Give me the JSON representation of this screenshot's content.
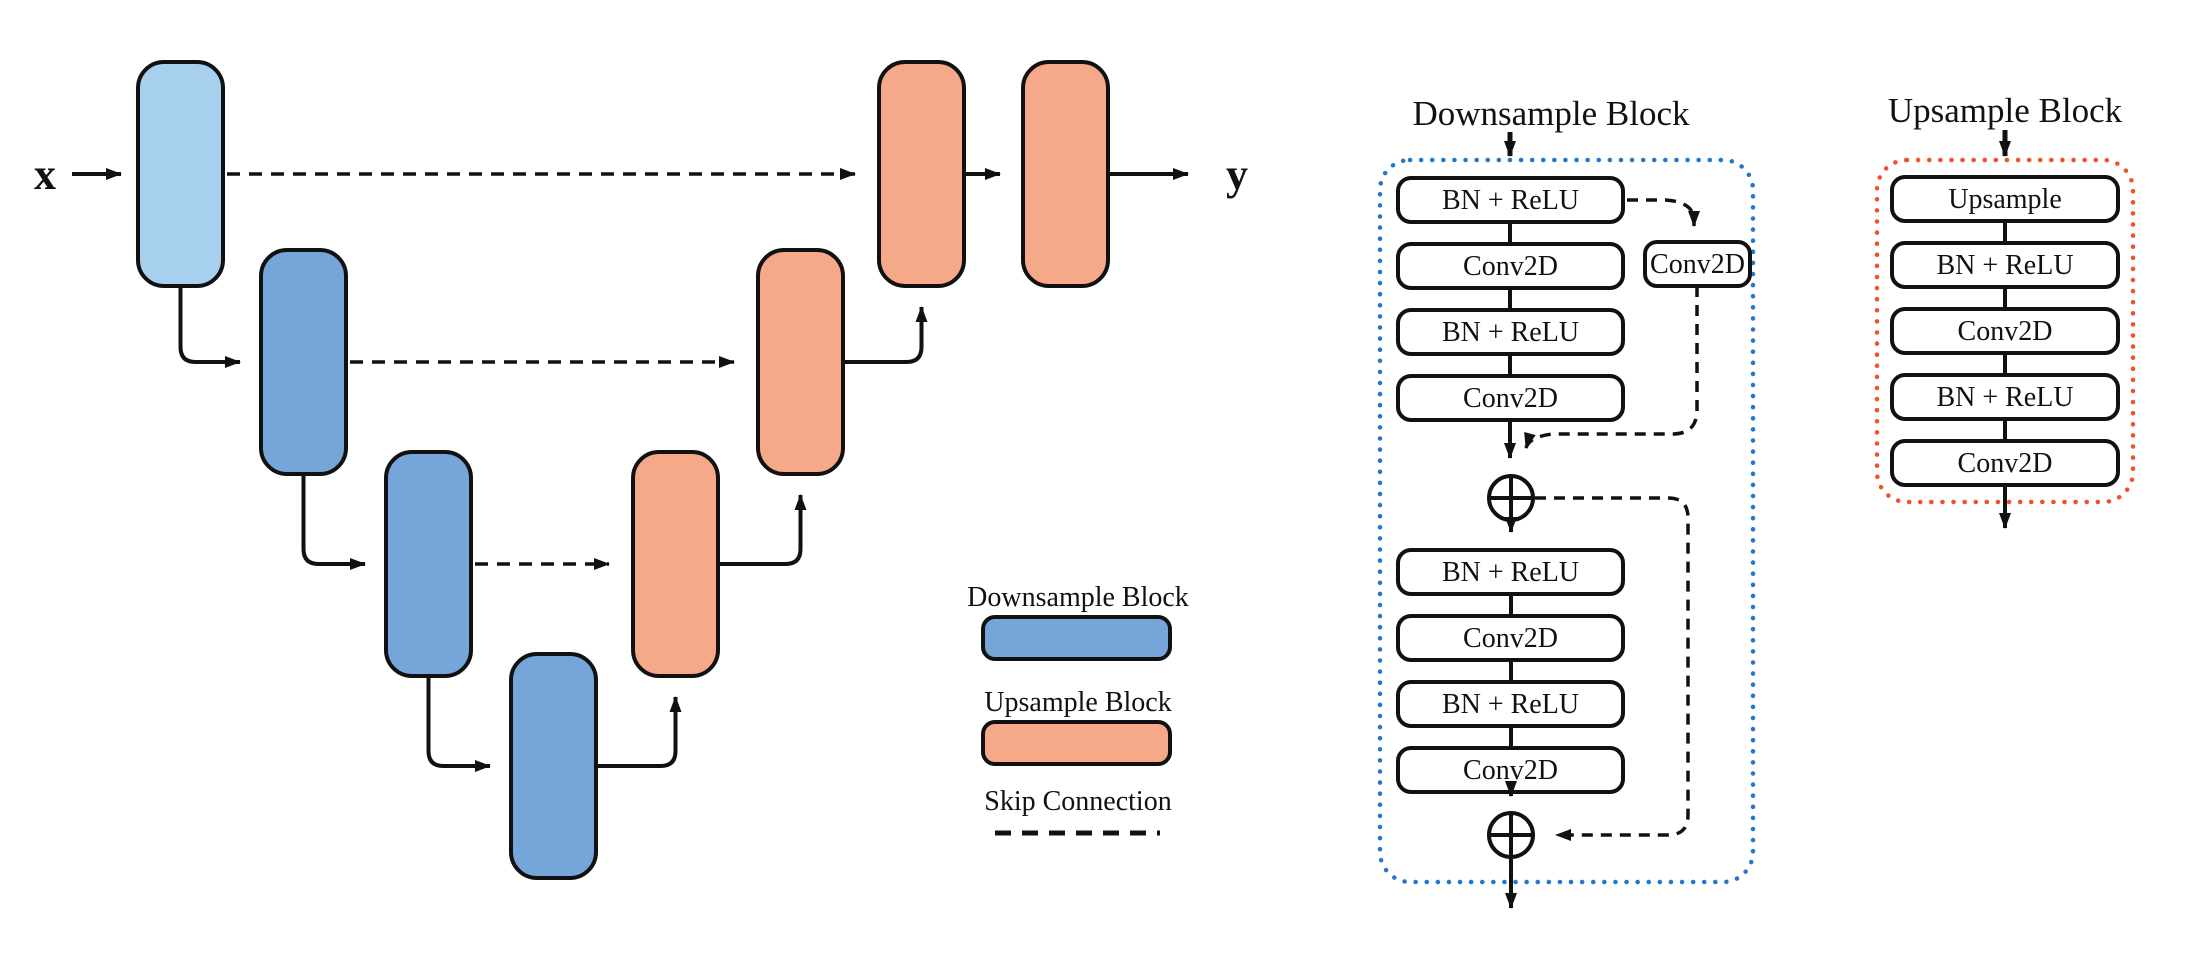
{
  "unet": {
    "input_label": "x",
    "output_label": "y"
  },
  "legend": {
    "downsample": "Downsample Block",
    "upsample": "Upsample Block",
    "skip": "Skip Connection"
  },
  "downsample_block": {
    "title": "Downsample Block",
    "layers_top": [
      "BN + ReLU",
      "Conv2D",
      "BN + ReLU",
      "Conv2D"
    ],
    "shortcut_layer": "Conv2D",
    "layers_bottom": [
      "BN + ReLU",
      "Conv2D",
      "BN + ReLU",
      "Conv2D"
    ],
    "merge_symbol": "⊕"
  },
  "upsample_block": {
    "title": "Upsample Block",
    "layers": [
      "Upsample",
      "BN + ReLU",
      "Conv2D",
      "BN + ReLU",
      "Conv2D"
    ]
  },
  "colors": {
    "input_block_fill": "#A6D0EE",
    "downsample_fill": "#76A5DA",
    "upsample_fill": "#F6A988",
    "downsample_dotted_border": "#2277CB",
    "upsample_dotted_border": "#F1502B"
  }
}
